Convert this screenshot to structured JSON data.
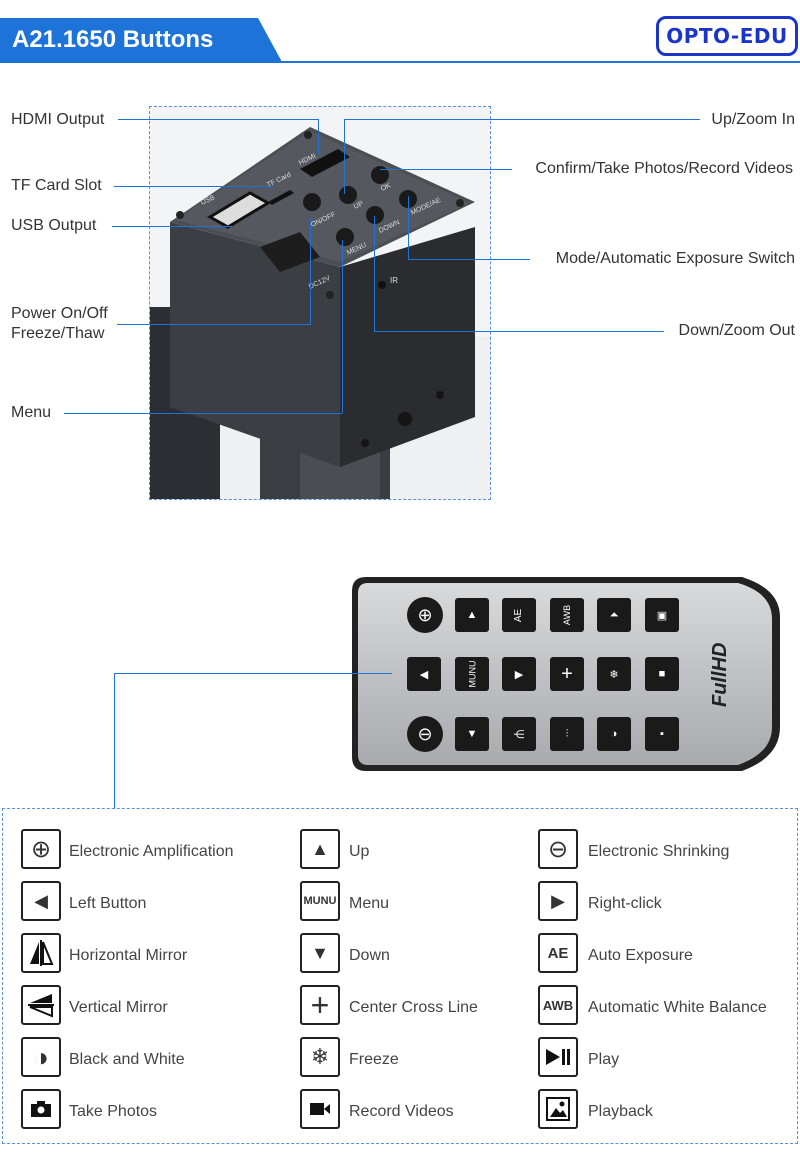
{
  "header": {
    "title": "A21.1650 Buttons",
    "logo": "OPTO-EDU"
  },
  "camera": {
    "labels_left": {
      "hdmi": "HDMI Output",
      "tf": "TF Card Slot",
      "usb": "USB Output",
      "power_1": "Power On/Off",
      "power_2": "Freeze/Thaw",
      "menu": "Menu"
    },
    "labels_right": {
      "up": "Up/Zoom In",
      "confirm": "Confirm/Take Photos/Record Videos",
      "mode": "Mode/Automatic Exposure Switch",
      "down": "Down/Zoom Out"
    },
    "printed": {
      "hdmi": "HDMI",
      "usb": "USB",
      "tfcard": "TF Card",
      "onoff": "ON/OFF",
      "up": "UP",
      "ok": "OK",
      "mode": "MODE/AE",
      "menu": "MENU",
      "down": "DOWN",
      "dc": "DC12V",
      "ir": "IR"
    }
  },
  "remote": {
    "brand": "FullHD",
    "rows": [
      [
        "zoom-in",
        "up",
        "AE",
        "AWB",
        "play",
        "playback"
      ],
      [
        "left",
        "MUNU",
        "right",
        "cross",
        "freeze",
        "record"
      ],
      [
        "zoom-out",
        "down",
        "vmirror",
        "hmirror",
        "bw",
        "photo"
      ]
    ]
  },
  "legend": {
    "col1": [
      "Electronic Amplification",
      "Left Button",
      "Horizontal Mirror",
      "Vertical Mirror",
      "Black and White",
      "Take Photos"
    ],
    "col2": [
      "Up",
      "Menu",
      "Down",
      "Center Cross Line",
      "Freeze",
      "Record Videos"
    ],
    "col3": [
      "Electronic Shrinking",
      "Right-click",
      "Auto Exposure",
      "Automatic White Balance",
      "Play",
      "Playback"
    ],
    "icon_text": {
      "menu": "MUNU",
      "ae": "AE",
      "awb": "AWB"
    }
  },
  "colors": {
    "accent": "#1e73d8",
    "logo": "#1a35c8"
  }
}
